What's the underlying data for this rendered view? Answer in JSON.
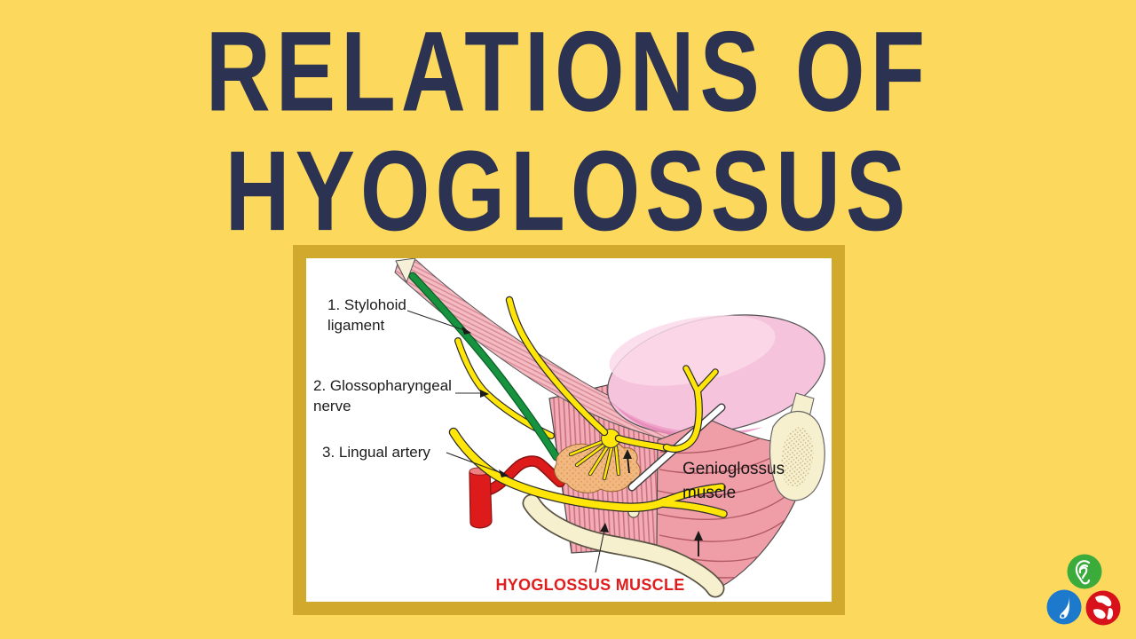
{
  "page": {
    "background_color": "#FCD95C"
  },
  "title": {
    "line1": "RELATIONS OF",
    "line2": "HYOGLOSSUS",
    "color": "#2C3252"
  },
  "figure": {
    "frame_color": "#D1A92D",
    "canvas_color": "#FFFFFF",
    "labels": {
      "stylohoid_line1": "1. Stylohoid",
      "stylohoid_line2": "ligament",
      "glossopharyngeal_line1": "2. Glossopharyngeal",
      "glossopharyngeal_line2": "nerve",
      "lingual_artery": "3. Lingual artery",
      "genioglossus_line1": "Genioglossus",
      "genioglossus_line2": "muscle",
      "hyoglossus": "HYOGLOSSUS MUSCLE"
    },
    "label_color": "#1C1C1C",
    "hyoglossus_label_color": "#E01D1D",
    "structure_colors": {
      "muscle_pink": "#F3ABB5",
      "muscle_stripe": "#C9717E",
      "band_pink": "#F4BBC3",
      "band_stripe": "#DA8C98",
      "genioglossus_pink": "#EF9EA7",
      "genioglossus_fiber": "#B25A64",
      "tongue_pink": "#F6C3DC",
      "tongue_shade": "#EFA3CB",
      "nerve_yellow": "#FFE608",
      "artery_red": "#DE1B1B",
      "ligament_green": "#17923F",
      "bone_cream": "#F7F0CF",
      "gland_tan": "#F2B881",
      "duct_white": "#FFFFFF"
    }
  },
  "logo": {
    "ear_circle_color": "#3BAB3B",
    "nose_circle_color": "#1D79CB",
    "throat_circle_color": "#D8121B"
  }
}
